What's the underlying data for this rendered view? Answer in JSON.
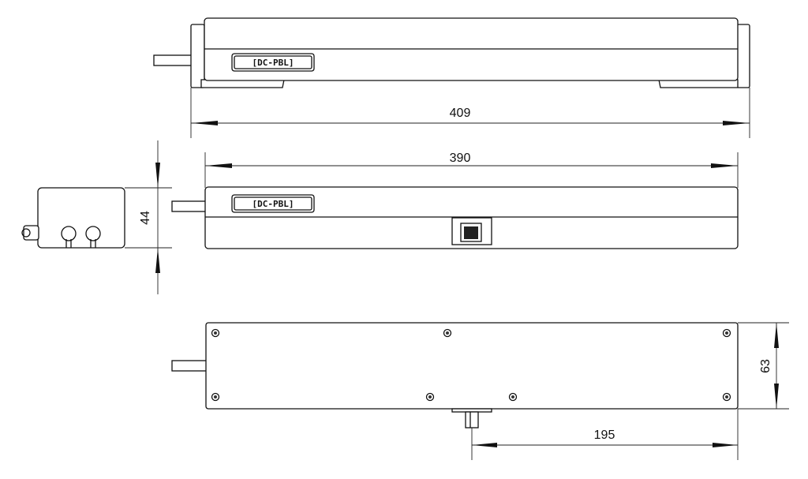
{
  "drawing": {
    "dimensions": {
      "overall_length": "409",
      "body_length": "390",
      "height": "44",
      "depth": "63",
      "mount_offset": "195"
    },
    "logo_text": "[DC-PBL]"
  }
}
